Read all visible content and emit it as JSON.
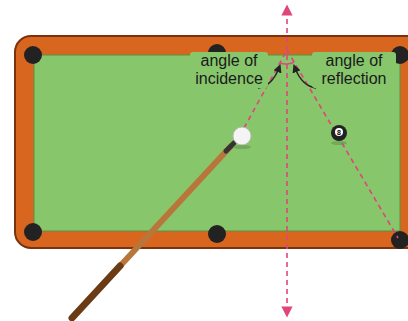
{
  "diagram": {
    "labels": [
      "angle of incidence",
      "angle of reflection",
      "8"
    ]
  }
}
